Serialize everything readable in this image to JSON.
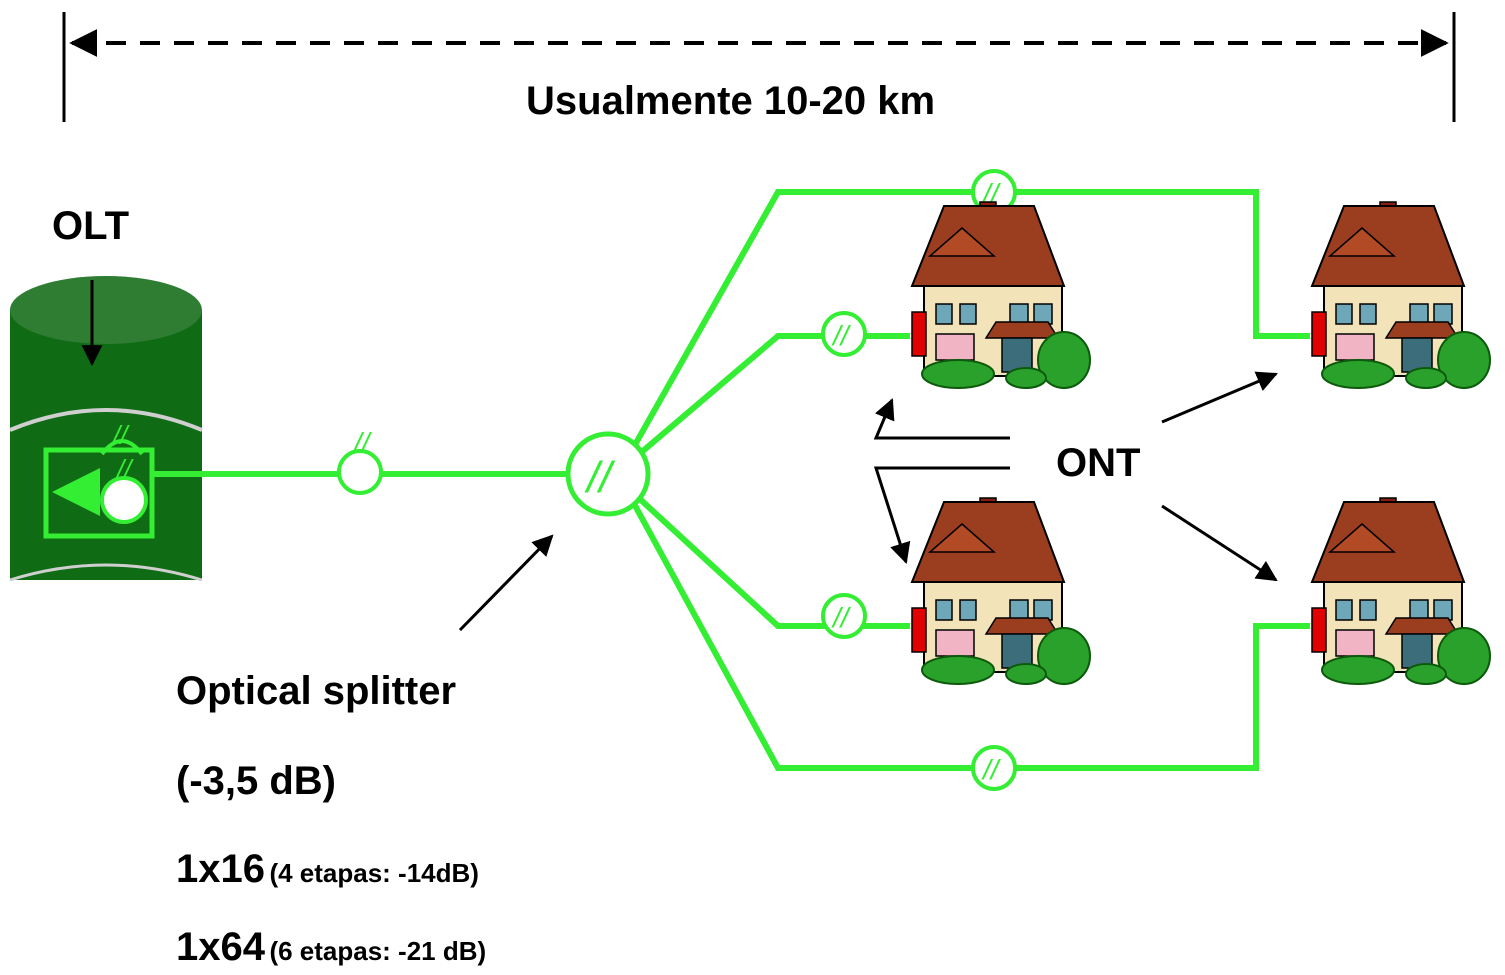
{
  "distance_label": "Usualmente 10-20 km",
  "olt_label": "OLT",
  "ont_label": "ONT",
  "splitter": {
    "label": "Optical splitter",
    "loss": "(-3,5 dB)",
    "configs": [
      {
        "ratio": "1x16",
        "detail": "(4 etapas: -14dB)"
      },
      {
        "ratio": "1x64",
        "detail": "(6 etapas: -21 dB)"
      }
    ]
  },
  "connector_symbol": "//",
  "colors": {
    "fiber": "#33ee33",
    "olt_body": "#0f6b14",
    "olt_top": "#2e7d32",
    "roof": "#9b3d1f",
    "wall": "#f3e3b8",
    "shrub": "#2aa12a",
    "mailbox": "#e00000"
  }
}
